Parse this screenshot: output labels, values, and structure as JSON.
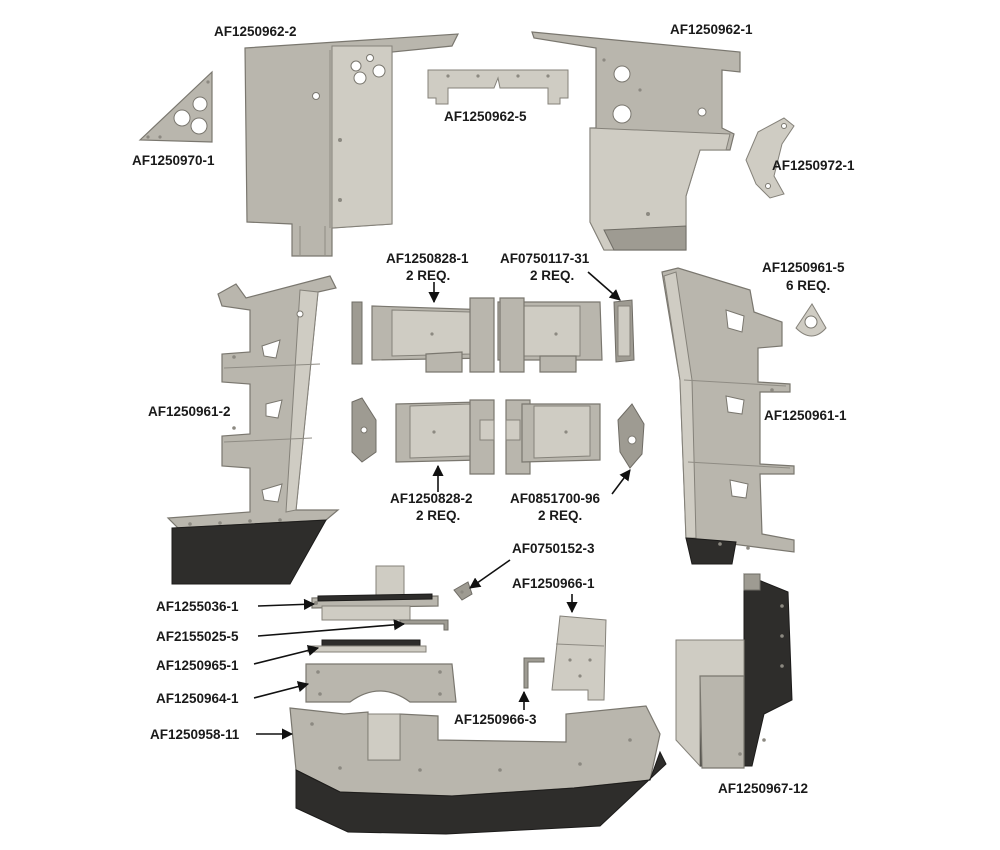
{
  "labels": {
    "af1250962_2": "AF1250962-2",
    "af1250962_1": "AF1250962-1",
    "af1250962_5": "AF1250962-5",
    "af1250970_1": "AF1250970-1",
    "af1250972_1": "AF1250972-1",
    "af1250828_1": "AF1250828-1",
    "af1250828_1_req": "2 REQ.",
    "af0750117_31": "AF0750117-31",
    "af0750117_31_req": "2 REQ.",
    "af1250961_5": "AF1250961-5",
    "af1250961_5_req": "6 REQ.",
    "af1250961_2": "AF1250961-2",
    "af1250961_1": "AF1250961-1",
    "af1250828_2": "AF1250828-2",
    "af1250828_2_req": "2 REQ.",
    "af0851700_96": "AF0851700-96",
    "af0851700_96_req": "2 REQ.",
    "af0750152_3": "AF0750152-3",
    "af1250966_1": "AF1250966-1",
    "af1255036_1": "AF1255036-1",
    "af2155025_5": "AF2155025-5",
    "af1250965_1": "AF1250965-1",
    "af1250964_1": "AF1250964-1",
    "af1250966_3": "AF1250966-3",
    "af1250958_11": "AF1250958-11",
    "af1250967_12": "AF1250967-12"
  },
  "colors": {
    "metal": "#b9b6ad",
    "metal_light": "#cfccc3",
    "rubber": "#2e2d2b",
    "label": "#1a1a1a",
    "background": "#ffffff"
  }
}
